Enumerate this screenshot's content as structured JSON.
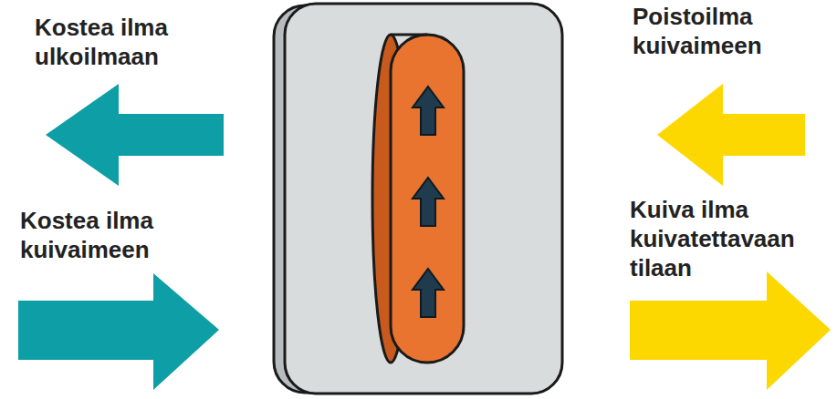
{
  "diagram": {
    "labels": [
      "Kostea ilma ulkoilmaan",
      "Poistoilma kuivaimeen",
      "Kostea ilma kuivaimeen",
      "Kuiva ilma kuivatettavaan tilaan"
    ]
  }
}
